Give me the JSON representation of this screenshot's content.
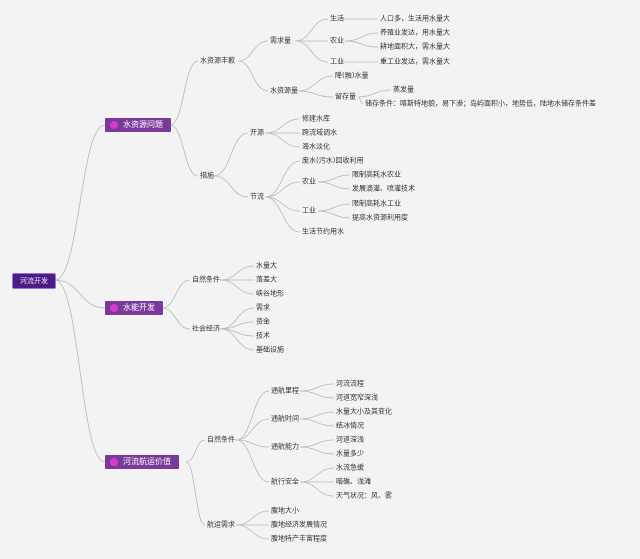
{
  "root": {
    "label": "河流开发"
  },
  "branches": {
    "water": {
      "label": "水资源问题",
      "demand_supply": {
        "label": "水资源丰歉",
        "demand": {
          "label": "需求量",
          "life": {
            "label": "生活",
            "item": "人口多，生活用水量大"
          },
          "agri": {
            "label": "农业",
            "item1": "养殖业发达，用水量大",
            "item2": "耕地面积大，需水量大"
          },
          "industry": {
            "label": "工业",
            "item": "重工业发达，需水量大"
          }
        },
        "source": {
          "label": "水资源量",
          "precip": "降(融)水量",
          "storage": {
            "label": "留存量",
            "evap": "蒸发量",
            "cond": "储存条件：喀斯特地貌，易下渗；岛屿面积小，地势低，陆地水储存条件差"
          }
        }
      },
      "measures": {
        "label": "措施",
        "open": {
          "label": "开源",
          "reservoir": "修建水库",
          "transfer": "跨流域调水",
          "desal": "海水淡化"
        },
        "save": {
          "label": "节流",
          "recycle": "废水(污水)回收利用",
          "agri": {
            "label": "农业",
            "item1": "限制高耗水农业",
            "item2": "发展滴灌、喷灌技术"
          },
          "ind": {
            "label": "工业",
            "item1": "限制高耗水工业",
            "item2": "提高水资源利用度"
          },
          "life": "生活节约用水"
        }
      }
    },
    "hydro": {
      "label": "水能开发",
      "natural": {
        "label": "自然条件",
        "item1": "水量大",
        "item2": "落差大",
        "item3": "峡谷地形"
      },
      "socio": {
        "label": "社会经济",
        "item1": "需求",
        "item2": "资金",
        "item3": "技术",
        "item4": "基础设施"
      }
    },
    "ship": {
      "label": "河流航运价值",
      "natural": {
        "label": "自然条件",
        "mileage": {
          "label": "通航里程",
          "item1": "河流流程",
          "item2": "河道宽窄深浅"
        },
        "time": {
          "label": "通航时间",
          "item1": "水量大小及其变化",
          "item2": "结冰情况"
        },
        "capacity": {
          "label": "通航能力",
          "item1": "河道深浅",
          "item2": "水量多少"
        },
        "safety": {
          "label": "航行安全",
          "item1": "水流急缓",
          "item2": "暗礁、浅滩",
          "item3": "天气状况：风、雾"
        }
      },
      "demand": {
        "label": "航运需求",
        "item1": "腹地大小",
        "item2": "腹地经济发展情况",
        "item3": "腹地特产丰富程度"
      }
    }
  }
}
